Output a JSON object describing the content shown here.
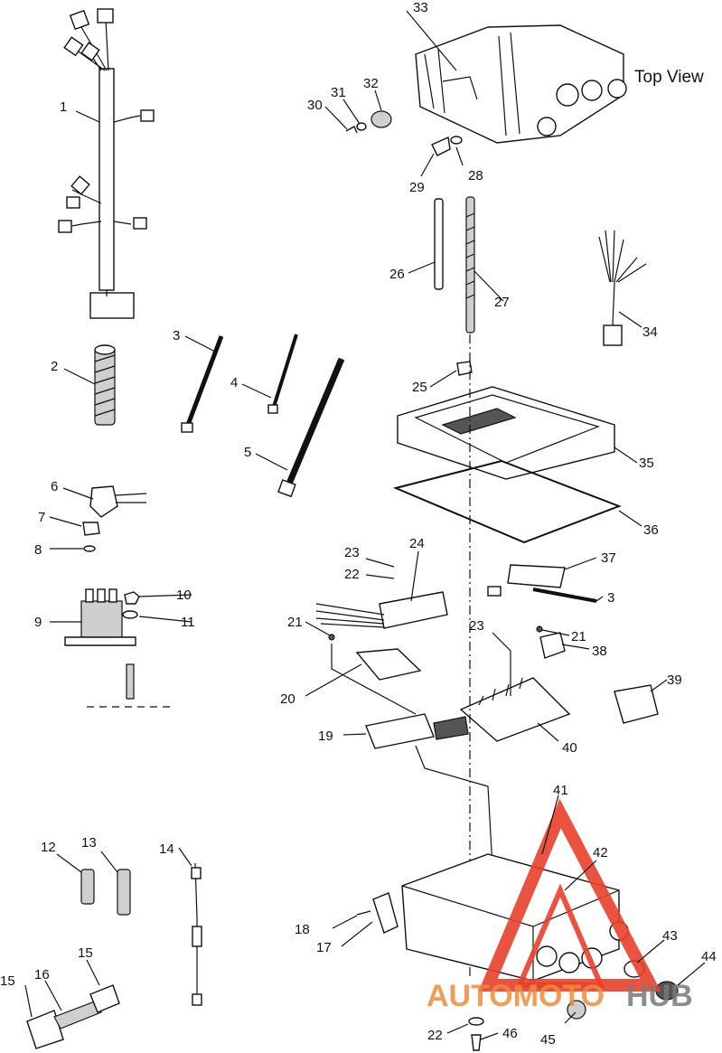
{
  "view_caption": "Top View",
  "watermark": {
    "part1": "AUTOMOTO",
    "part2": "HUB",
    "accent_color": "#e8402a",
    "text_color": "#f08b3b",
    "hub_color": "#7a7a7a"
  },
  "callouts": [
    {
      "n": "1"
    },
    {
      "n": "2"
    },
    {
      "n": "3"
    },
    {
      "n": "3"
    },
    {
      "n": "4"
    },
    {
      "n": "5"
    },
    {
      "n": "6"
    },
    {
      "n": "7"
    },
    {
      "n": "8"
    },
    {
      "n": "9"
    },
    {
      "n": "10"
    },
    {
      "n": "11"
    },
    {
      "n": "12"
    },
    {
      "n": "13"
    },
    {
      "n": "14"
    },
    {
      "n": "15"
    },
    {
      "n": "15"
    },
    {
      "n": "16"
    },
    {
      "n": "17"
    },
    {
      "n": "18"
    },
    {
      "n": "19"
    },
    {
      "n": "20"
    },
    {
      "n": "21"
    },
    {
      "n": "21"
    },
    {
      "n": "22"
    },
    {
      "n": "22"
    },
    {
      "n": "23"
    },
    {
      "n": "23"
    },
    {
      "n": "24"
    },
    {
      "n": "25"
    },
    {
      "n": "26"
    },
    {
      "n": "27"
    },
    {
      "n": "28"
    },
    {
      "n": "29"
    },
    {
      "n": "30"
    },
    {
      "n": "31"
    },
    {
      "n": "32"
    },
    {
      "n": "33"
    },
    {
      "n": "34"
    },
    {
      "n": "35"
    },
    {
      "n": "36"
    },
    {
      "n": "37"
    },
    {
      "n": "38"
    },
    {
      "n": "39"
    },
    {
      "n": "40"
    },
    {
      "n": "41"
    },
    {
      "n": "42"
    },
    {
      "n": "43"
    },
    {
      "n": "44"
    },
    {
      "n": "45"
    },
    {
      "n": "46"
    }
  ]
}
